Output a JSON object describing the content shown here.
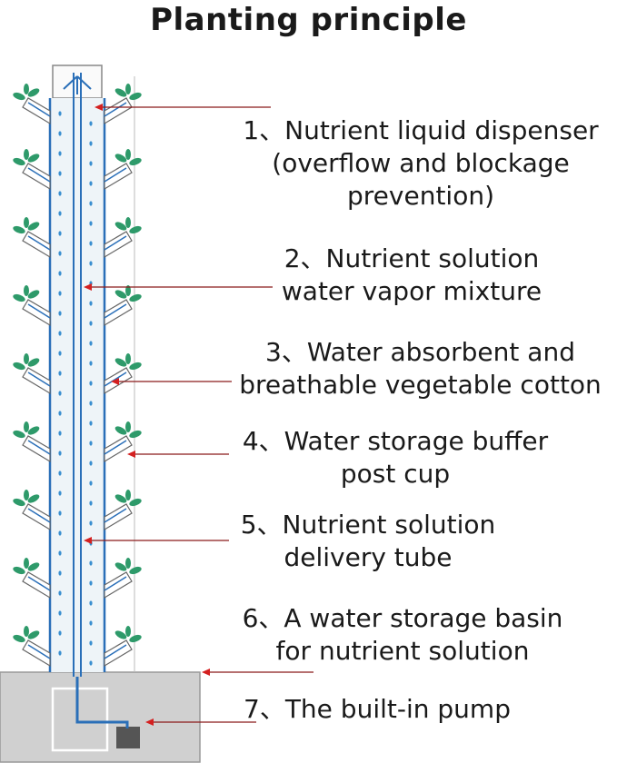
{
  "title": "Planting principle",
  "labels": [
    {
      "lines": [
        "1、Nutrient liquid dispenser",
        "(overflow and blockage",
        "prevention)"
      ]
    },
    {
      "lines": [
        "2、Nutrient solution",
        "water vapor mixture"
      ]
    },
    {
      "lines": [
        "3、Water absorbent and",
        "breathable vegetable cotton"
      ]
    },
    {
      "lines": [
        "4、Water storage buffer",
        "post cup"
      ]
    },
    {
      "lines": [
        "5、Nutrient solution",
        "delivery tube"
      ]
    },
    {
      "lines": [
        "6、A water storage basin",
        "for nutrient solution"
      ]
    },
    {
      "lines": [
        "7、The built-in pump"
      ]
    }
  ],
  "colors": {
    "leader_line": "#8b1a1a",
    "arrowhead": "#d42020",
    "tube_outline": "#2a6fb8",
    "droplet": "#3a8fd0",
    "leaf": "#2e9a6a",
    "basin": "#d0d0d0",
    "pump": "#555555"
  }
}
